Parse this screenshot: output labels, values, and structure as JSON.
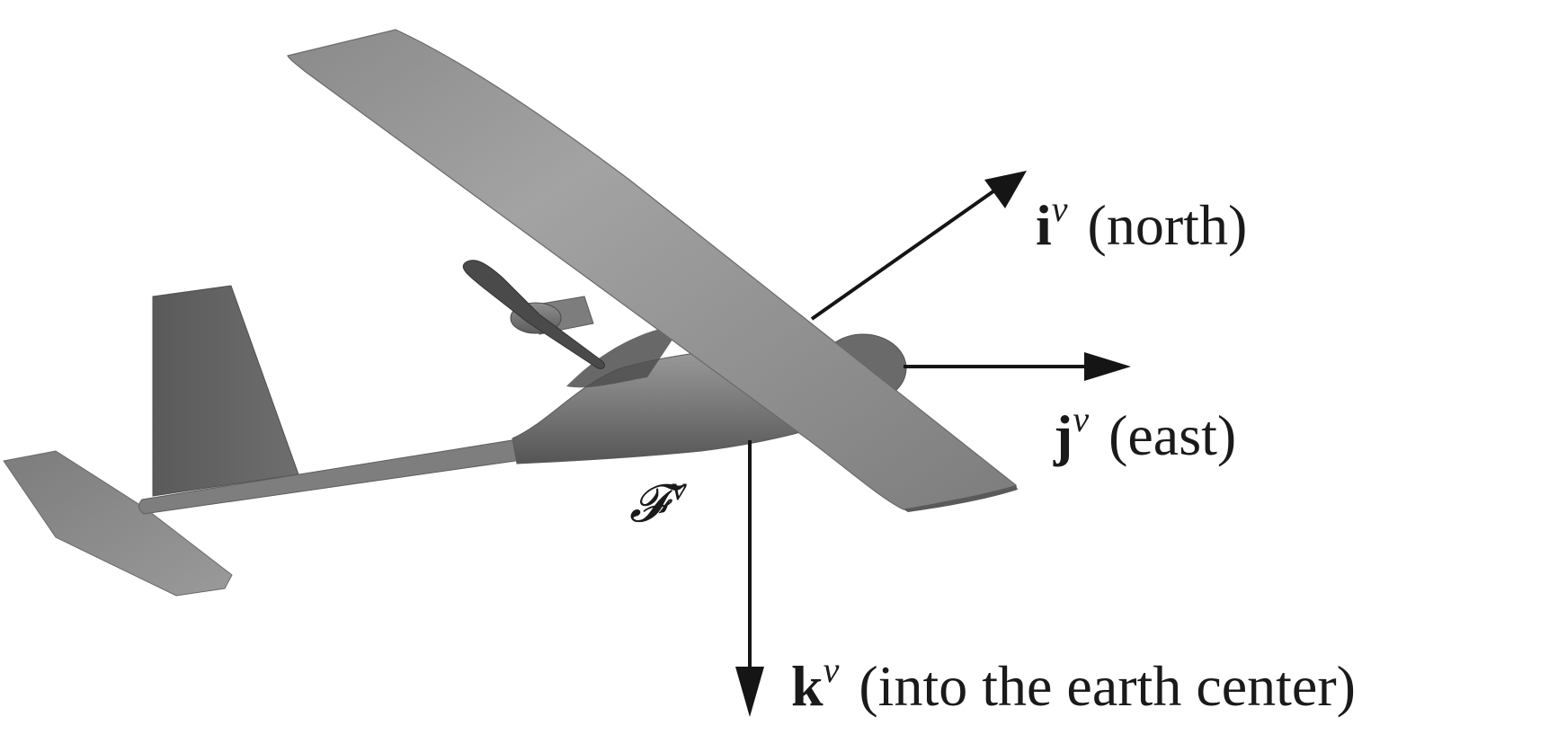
{
  "labels": {
    "i_axis": {
      "symbol": "i",
      "superscript": "v",
      "description": "(north)"
    },
    "j_axis": {
      "symbol": "j",
      "superscript": "v",
      "description": "(east)"
    },
    "k_axis": {
      "symbol": "k",
      "superscript": "v",
      "description": "(into the earth center)"
    },
    "frame": {
      "symbol": "𝓕",
      "superscript": "v"
    }
  },
  "colors": {
    "arrow": "#151515",
    "airframe_light": "#9a9a9a",
    "airframe_dark": "#5e5e5e"
  }
}
